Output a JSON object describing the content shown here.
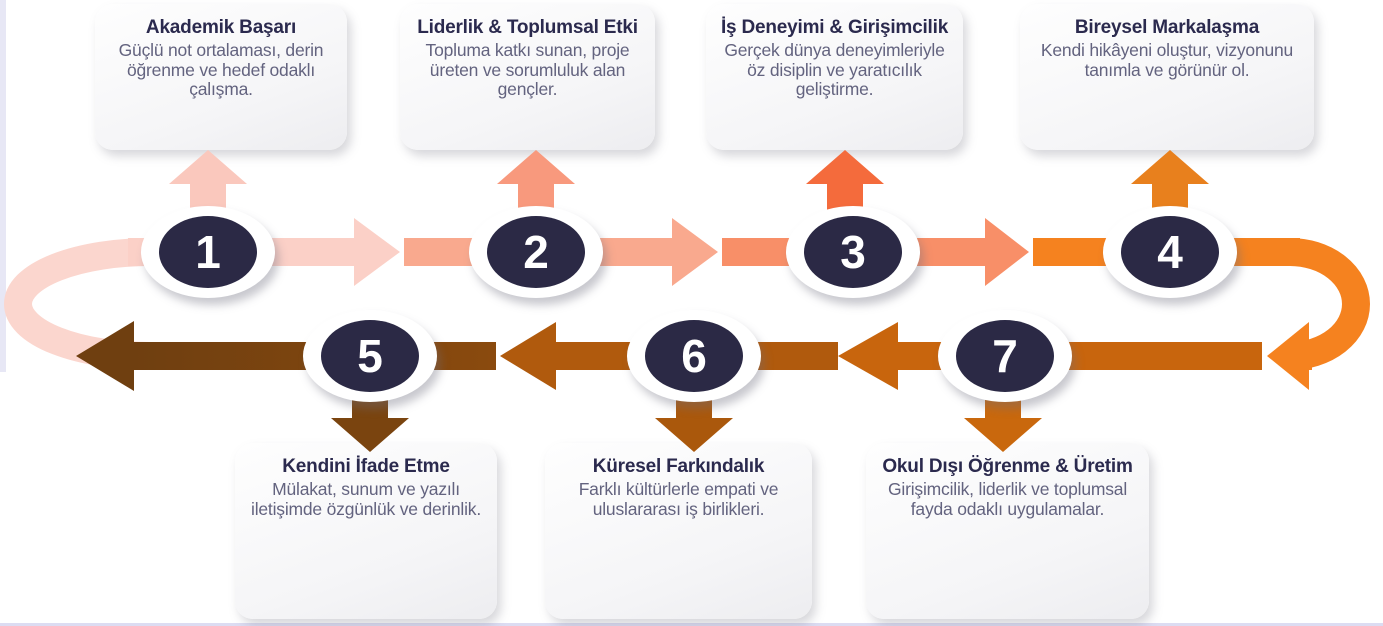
{
  "steps": [
    {
      "number": "1",
      "title": "Akademik Başarı",
      "body": "Güçlü not ortalaması, derin öğrenme ve hedef odaklı çalışma.",
      "arrow_color": "#FBD0C7",
      "pointer_color": "#FAC8BD"
    },
    {
      "number": "2",
      "title": "Liderlik & Toplumsal Etki",
      "body": "Topluma katkı sunan, proje üreten ve sorumluluk alan gençler.",
      "arrow_color": "#F9A98E",
      "pointer_color": "#F8997D"
    },
    {
      "number": "3",
      "title": "İş Deneyimi & Girişimcilik",
      "body": "Gerçek dünya deneyimleriyle öz disiplin ve yaratıcılık geliştirme.",
      "arrow_color": "#F88F68",
      "pointer_color": "#F46B3C"
    },
    {
      "number": "4",
      "title": "Bireysel Markalaşma",
      "body": "Kendi hikâyeni oluştur, vizyonunu tanımla ve görünür ol.",
      "arrow_color": "#F5821F",
      "pointer_color": "#E8801D"
    },
    {
      "number": "5",
      "title": "Kendini İfade Etme",
      "body": "Mülakat, sunum ve yazılı iletişimde özgünlük ve derinlik.",
      "arrow_color": "#6F3F10",
      "pointer_color": "#7A440F"
    },
    {
      "number": "6",
      "title": "Küresel Farkındalık",
      "body": "Farklı kültürlerle empati ve uluslararası iş birlikleri.",
      "arrow_color": "#B05A0D",
      "pointer_color": "#AA580C"
    },
    {
      "number": "7",
      "title": "Okul Dışı Öğrenme & Üretim",
      "body": "Girişimcilik, liderlik ve toplumsal fayda odaklı uygulamalar.",
      "arrow_color": "#C8650D",
      "pointer_color": "#C9680D"
    }
  ],
  "palette": {
    "circle_fill": "#2B2945",
    "circle_number": "#FFFFFF",
    "loop_start_pink": "#FBD6CE",
    "loop_turn_orange": "#F5821F",
    "title_text": "#2B2A4E",
    "body_text": "#63637F"
  }
}
